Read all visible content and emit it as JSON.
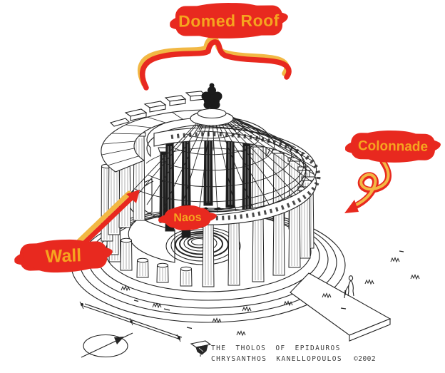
{
  "scene": {
    "background": "#FFFFFF"
  },
  "colors": {
    "label_background": "#E8291F",
    "label_text_orange": "#F6A41F",
    "arrow_yellow": "#F2B844",
    "arrow_red": "#E8291F",
    "ink": "#232323"
  },
  "annotations": {
    "domed_roof": "Domed Roof",
    "colonnade": "Colonnade",
    "naos": "Naos",
    "wall": "Wall"
  },
  "caption": {
    "title": "THE THOLOS OF EPIDAUROS",
    "credit": "CHRYSANTHOS KANELLOPOULOS",
    "copyright": "©2002"
  }
}
